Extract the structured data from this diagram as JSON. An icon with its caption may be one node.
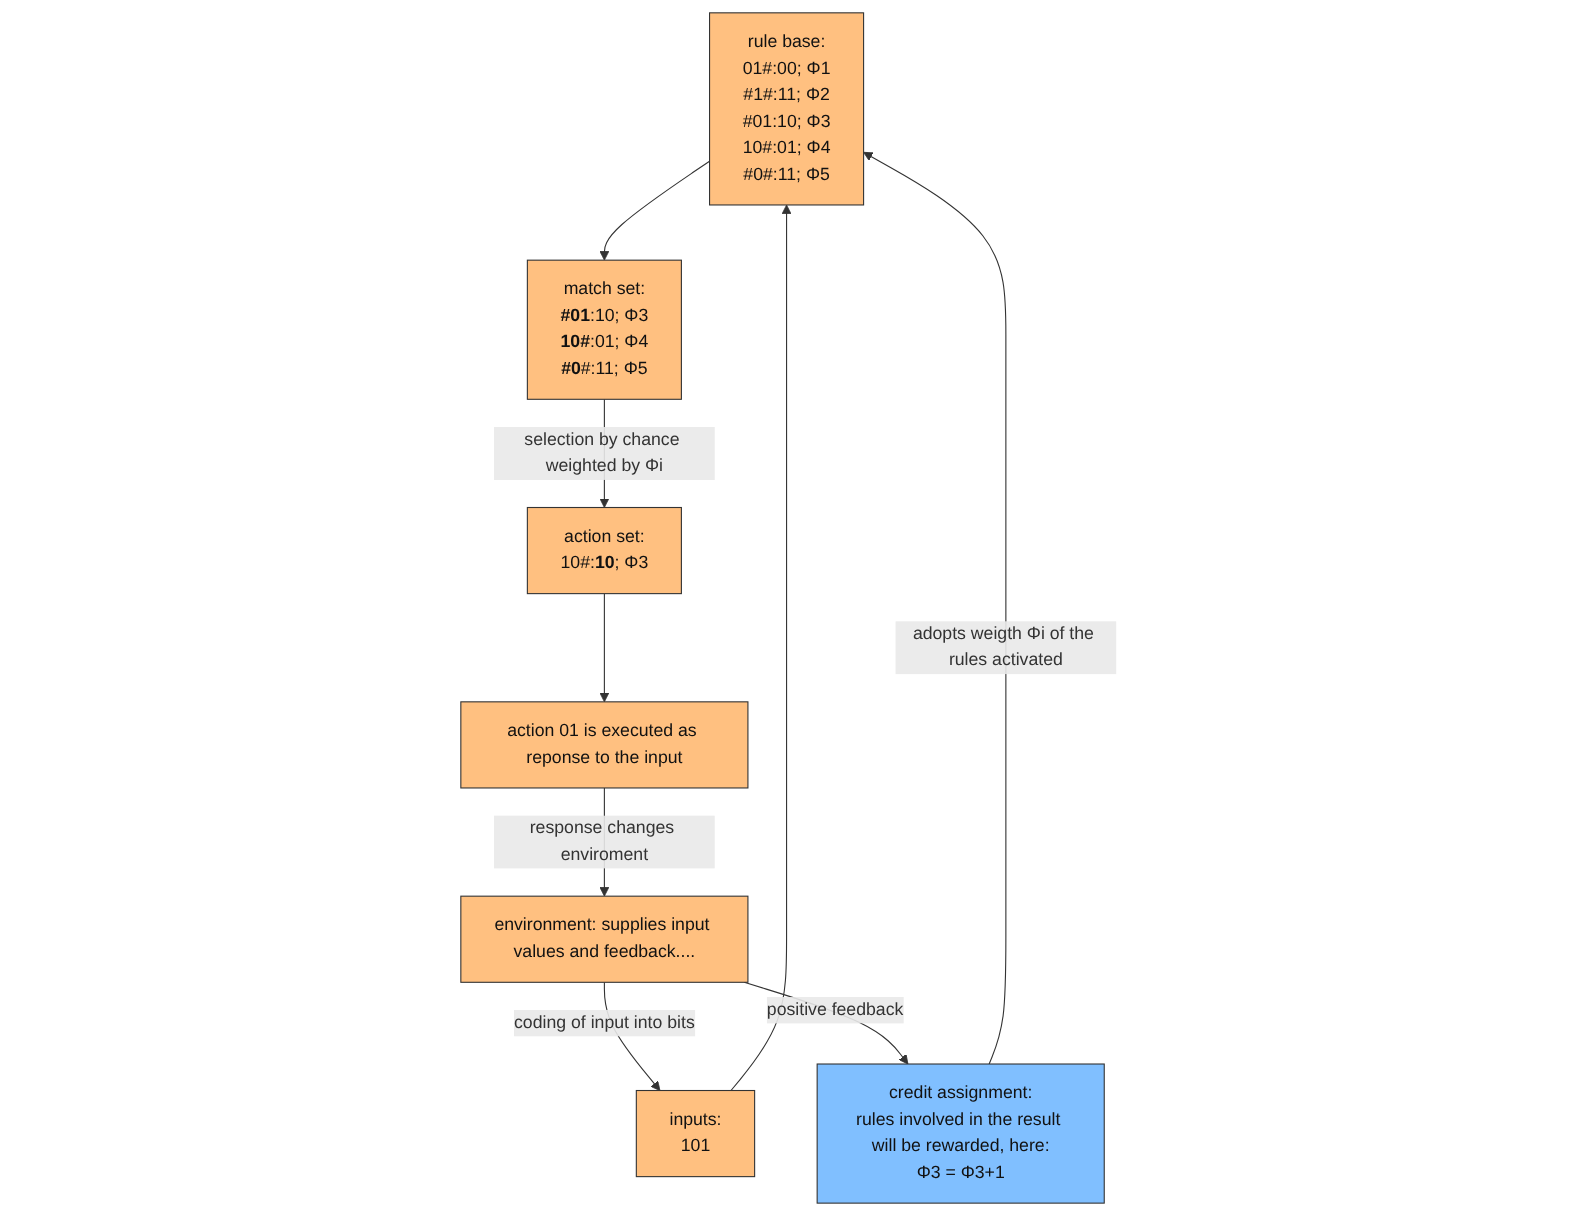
{
  "diagram": {
    "nodes": [
      {
        "text": [
          "rule base:",
          "01#:00; Φ1",
          "#1#:11; Φ2",
          "#01:10; Φ3",
          "10#:01; Φ4",
          "#0#:11; Φ5"
        ]
      },
      {
        "text": [
          "match set:",
          "**#01**:10; Φ3",
          "**10#**:01; Φ4",
          "**#0**#:11; Φ5"
        ]
      },
      {
        "text": [
          "action set:",
          "10#:**10**; Φ3"
        ]
      },
      {
        "text": [
          "credit assignment:",
          "rules involved in the result will be rewarded, here:",
          "Φ3 = Φ3+1"
        ]
      },
      {
        "text": [
          "inputs:",
          "101"
        ]
      },
      {
        "text": [
          "action 01 is executed as reponse to the input"
        ]
      },
      {
        "text": [
          "environment: supplies input values and feedback...."
        ]
      }
    ],
    "edges": [
      {
        "from": 0,
        "to": 1,
        "arrow": "to"
      },
      {
        "from": 1,
        "to": 2,
        "arrow": "to",
        "label": "selection by chance weighted by Φi"
      },
      {
        "from": 2,
        "to": 5,
        "arrow": "to"
      },
      {
        "from": 3,
        "to": 0,
        "arrow": "to",
        "label": "adopts weigth Φi of the rules activated"
      },
      {
        "from": 4,
        "to": 0,
        "arrow": "to"
      },
      {
        "from": 6,
        "to": 4,
        "arrow": "to",
        "label": "coding of input into bits"
      },
      {
        "from": 5,
        "to": 6,
        "arrow": "to",
        "label": "response changes enviroment"
      },
      {
        "from": 6,
        "to": 3,
        "arrow": "to",
        "label": "positive feedback"
      }
    ]
  }
}
